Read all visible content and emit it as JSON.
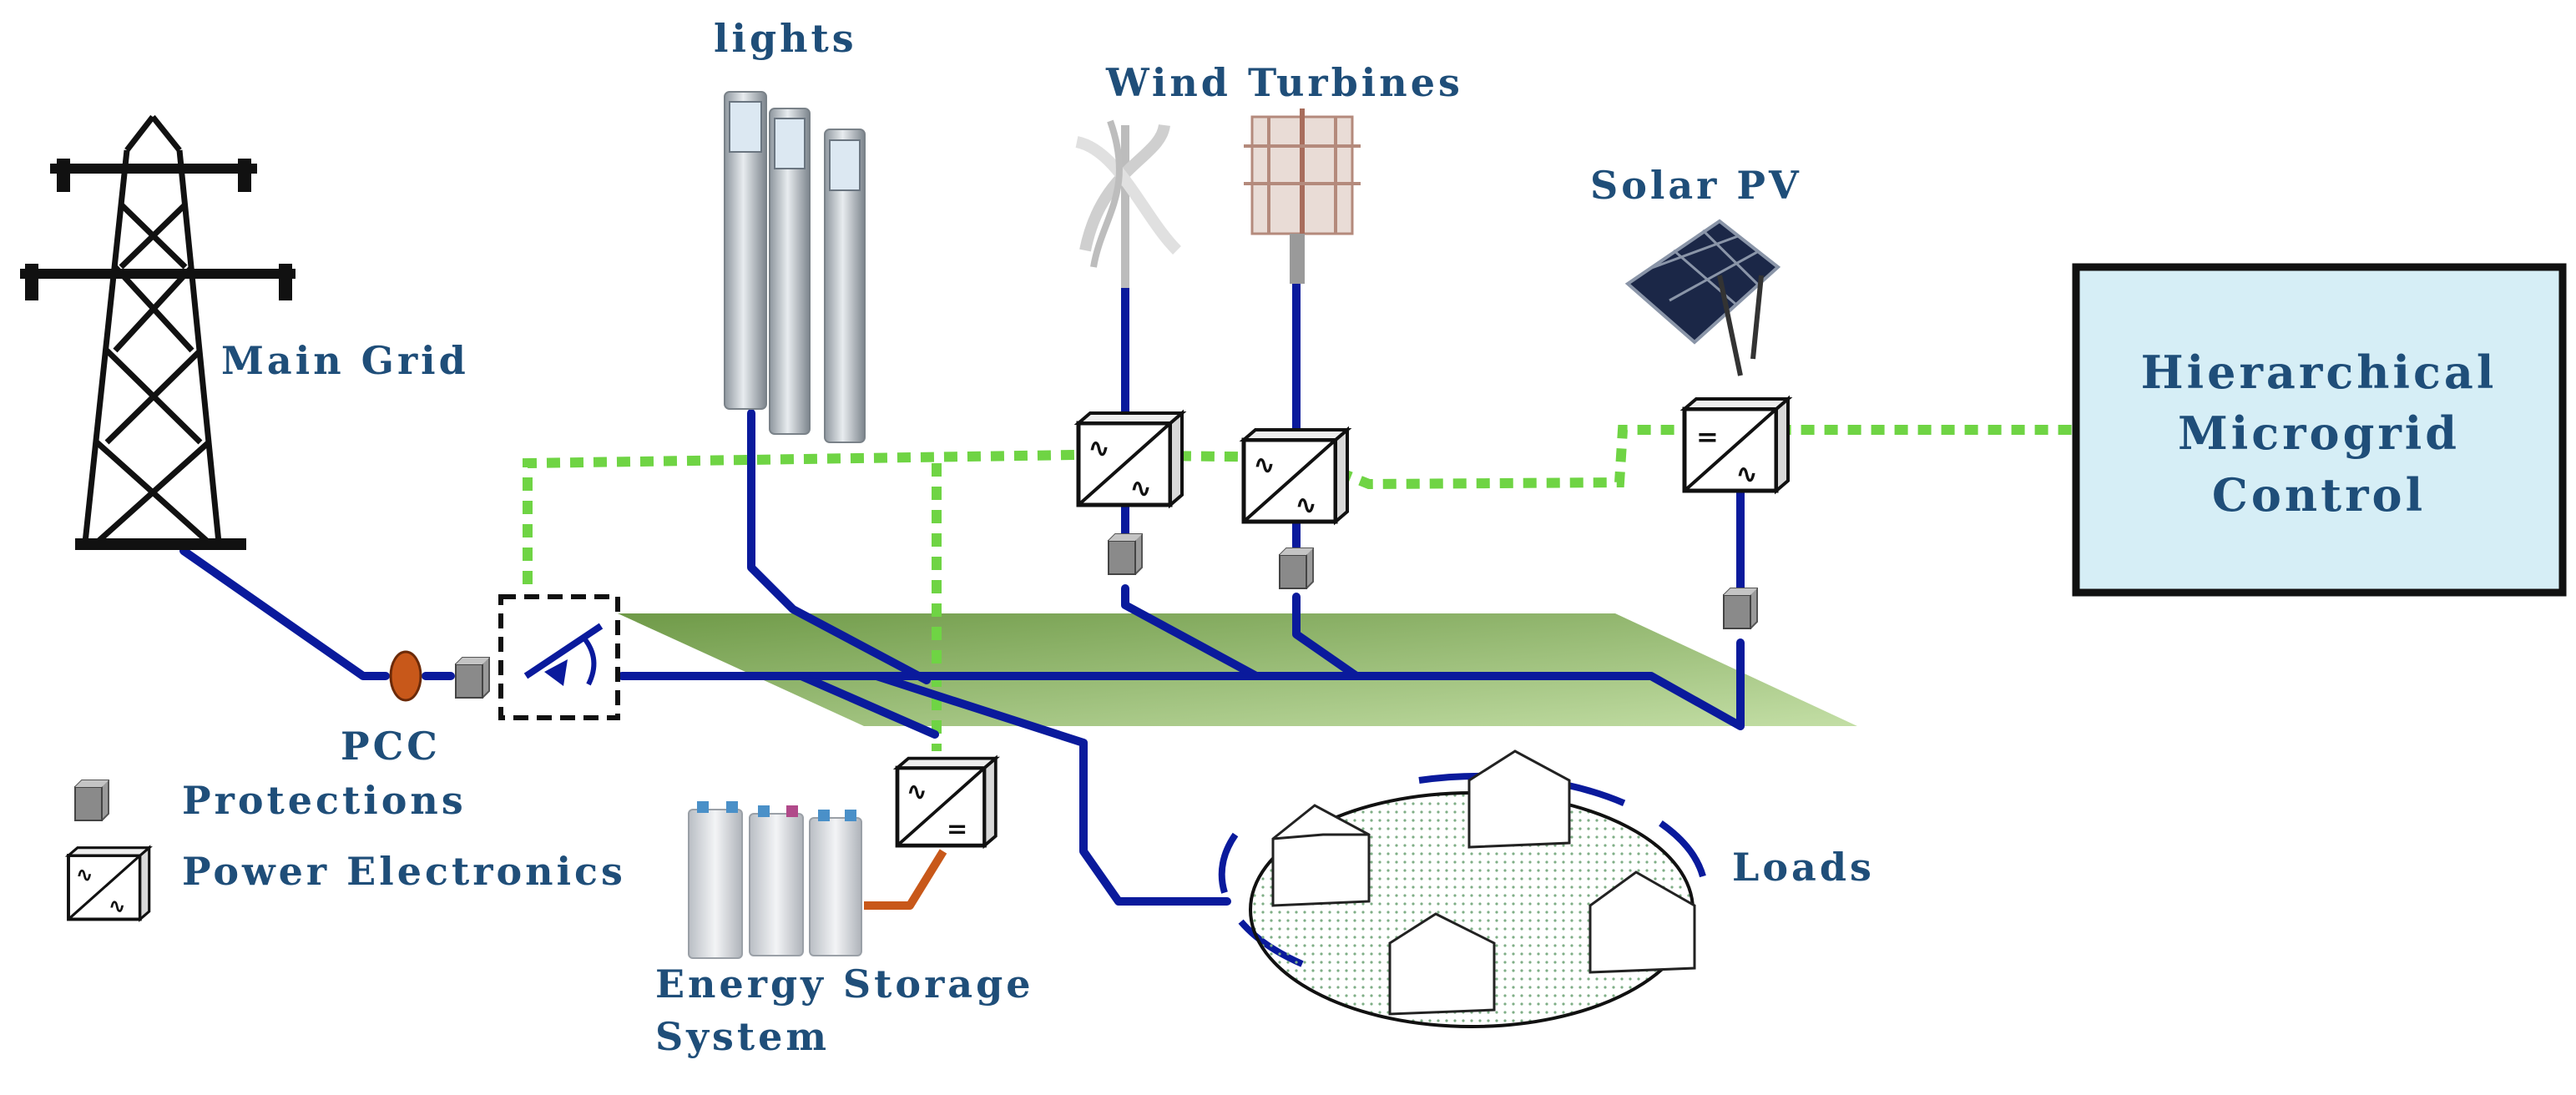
{
  "labels": {
    "lights": "lights",
    "wind_turbines": "Wind Turbines",
    "solar_pv": "Solar PV",
    "main_grid": "Main Grid",
    "pcc": "PCC",
    "loads": "Loads",
    "energy_storage_line1": "Energy Storage",
    "energy_storage_line2": "System",
    "control_line1": "Hierarchical",
    "control_line2": "Microgrid",
    "control_line3": "Control"
  },
  "legend": {
    "protections": "Protections",
    "power_electronics": "Power Electronics"
  },
  "colors": {
    "power_line": "#0a1a9c",
    "communication_line": "#6fd444",
    "storage_link": "#c8581a",
    "control_box_fill": "#d6eef6",
    "label_text": "#1f4e79",
    "ground_plane": "#8fb86b"
  }
}
